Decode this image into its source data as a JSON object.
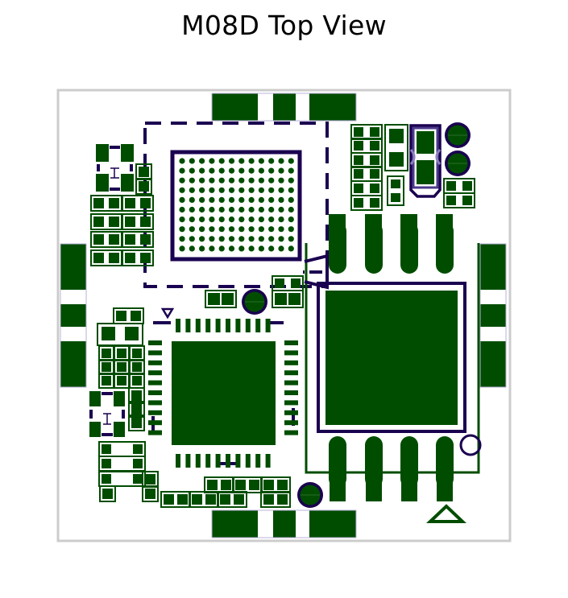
{
  "title": "M08D Top View",
  "colors": {
    "copper": "#004d00",
    "silkscreen": "#1a0050",
    "fab_purple": "#4a3a8a",
    "board_edge": "#cccccc",
    "background": "#ffffff"
  },
  "components": [
    {
      "ref": "bga-package",
      "kind": "BGA 12x10 balls"
    },
    {
      "ref": "qfn-package",
      "kind": "QFN 40 pins"
    },
    {
      "ref": "power-module",
      "kind": "8-lead power package"
    },
    {
      "ref": "edge-connectors",
      "kind": "castellated edge pads"
    }
  ]
}
